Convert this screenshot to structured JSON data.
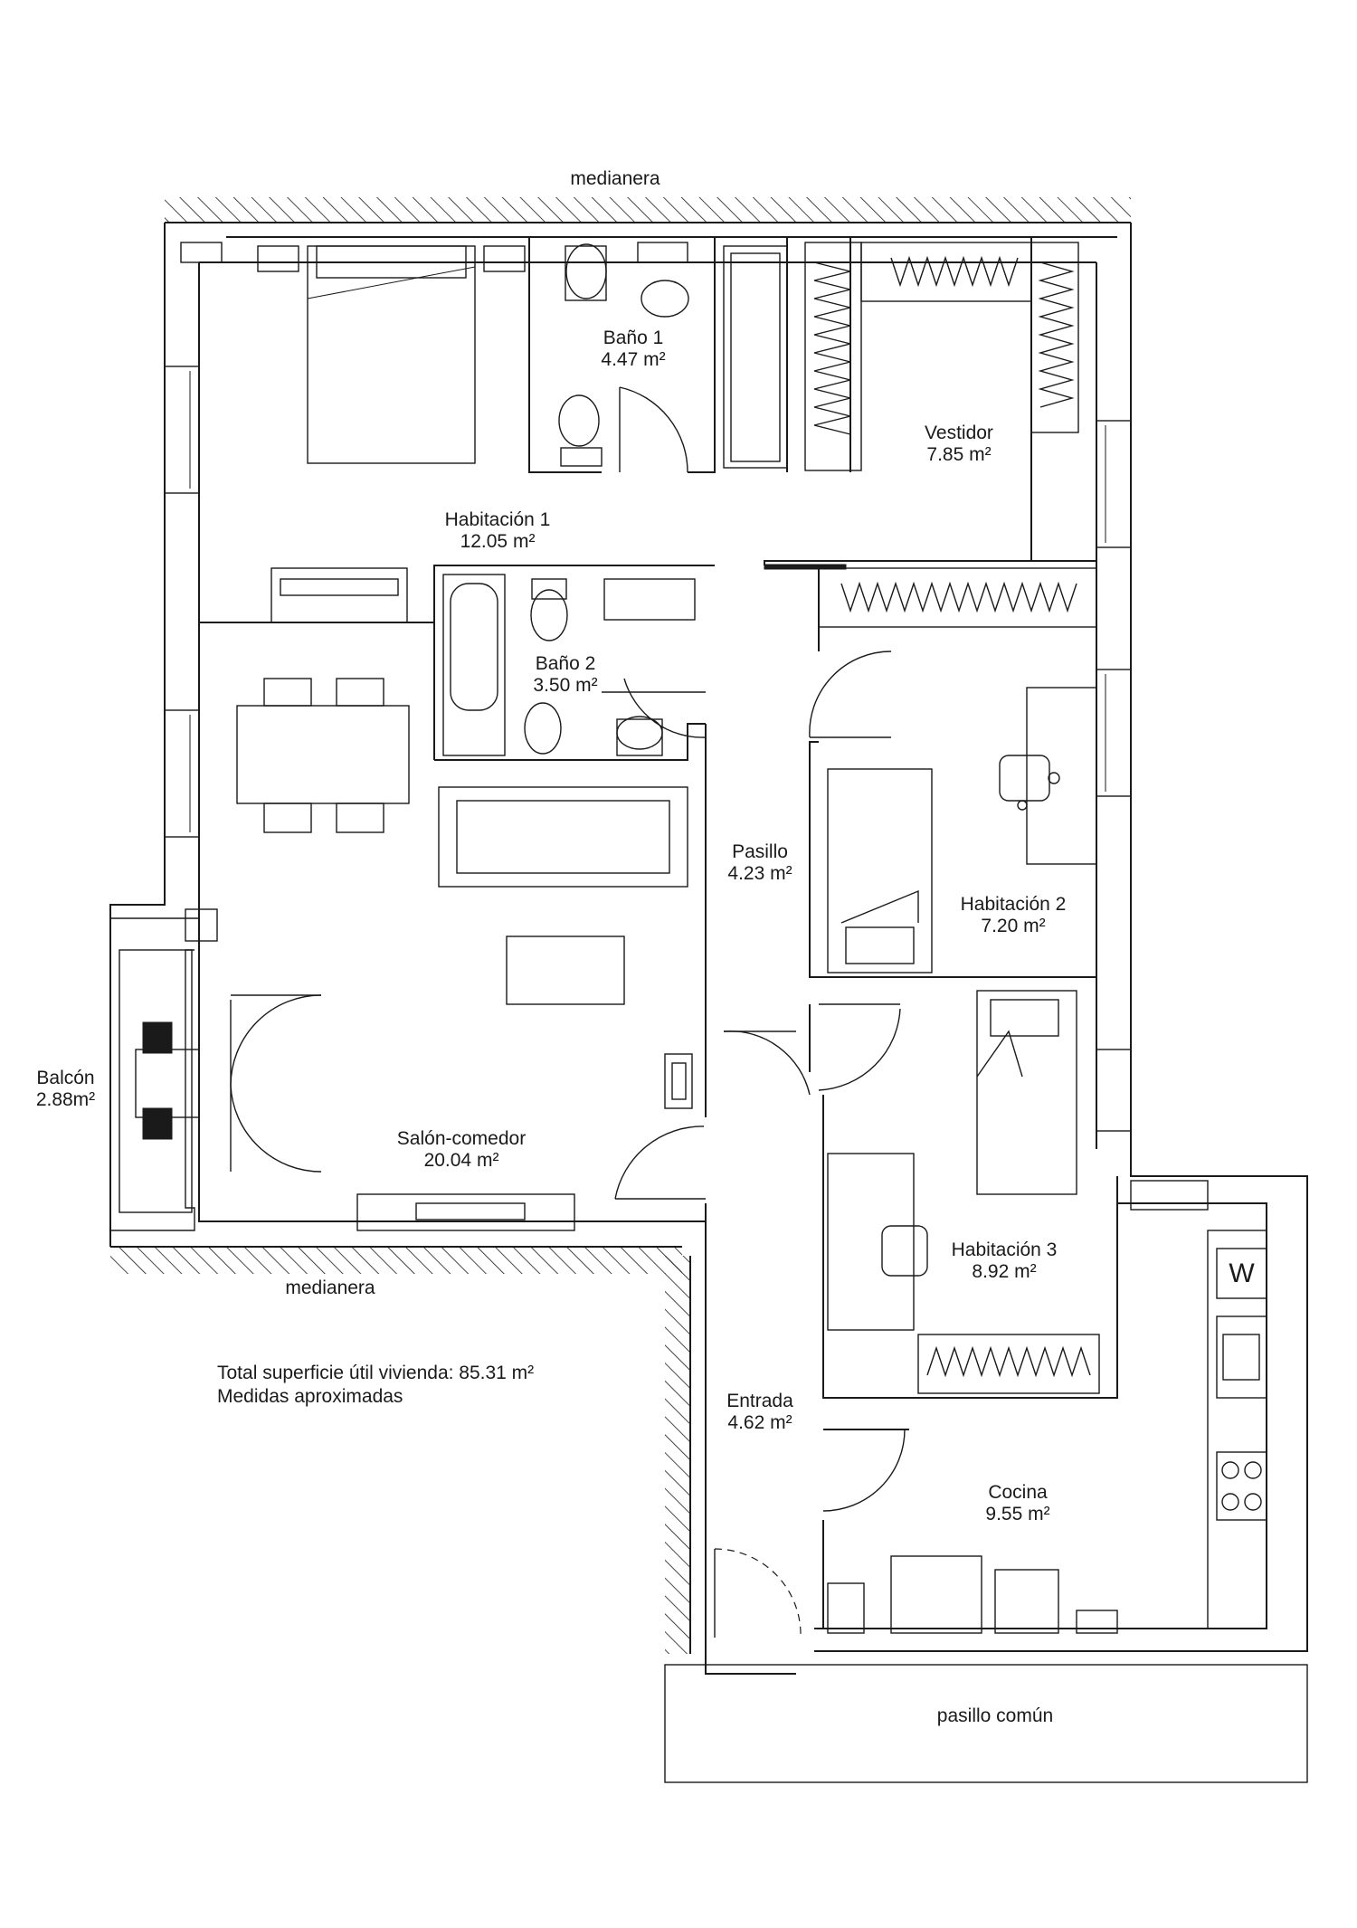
{
  "plan": {
    "party_wall_top": "medianera",
    "party_wall_bottom": "medianera",
    "common_corridor": "pasillo común",
    "rooms": [
      {
        "key": "habitacion1",
        "name": "Habitación 1",
        "area": "12.05 m²"
      },
      {
        "key": "bano1",
        "name": "Baño 1",
        "area": "4.47 m²"
      },
      {
        "key": "vestidor",
        "name": "Vestidor",
        "area": "7.85 m²"
      },
      {
        "key": "bano2",
        "name": "Baño 2",
        "area": "3.50 m²"
      },
      {
        "key": "pasillo",
        "name": "Pasillo",
        "area": "4.23 m²"
      },
      {
        "key": "habitacion2",
        "name": "Habitación 2",
        "area": "7.20 m²"
      },
      {
        "key": "habitacion3",
        "name": "Habitación 3",
        "area": "8.92 m²"
      },
      {
        "key": "salon",
        "name": "Salón-comedor",
        "area": "20.04 m²"
      },
      {
        "key": "balcon",
        "name": "Balcón",
        "area": "2.88m²"
      },
      {
        "key": "entrada",
        "name": "Entrada",
        "area": "4.62 m²"
      },
      {
        "key": "cocina",
        "name": "Cocina",
        "area": "9.55 m²"
      }
    ],
    "notes": {
      "total": "Total superficie útil vivienda: 85.31 m²",
      "approx": "Medidas aproximadas"
    },
    "appliance_label": "W"
  }
}
